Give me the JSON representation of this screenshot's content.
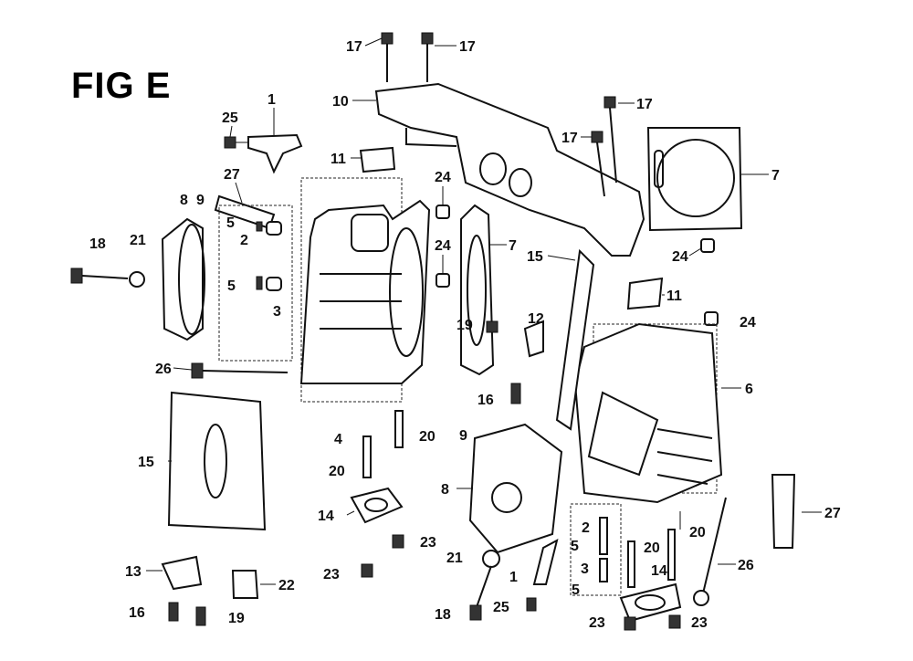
{
  "title": "FIG E",
  "callouts": [
    "17",
    "17",
    "1",
    "10",
    "25",
    "17",
    "17",
    "11",
    "7",
    "27",
    "8",
    "9",
    "24",
    "5",
    "2",
    "18",
    "21",
    "24",
    "7",
    "24",
    "15",
    "11",
    "5",
    "3",
    "19",
    "12",
    "24",
    "26",
    "6",
    "16",
    "9",
    "20",
    "4",
    "15",
    "8",
    "20",
    "27",
    "14",
    "2",
    "20",
    "5",
    "20",
    "21",
    "3",
    "23",
    "23",
    "1",
    "14",
    "13",
    "26",
    "22",
    "5",
    "16",
    "19",
    "18",
    "25",
    "23",
    "23"
  ]
}
